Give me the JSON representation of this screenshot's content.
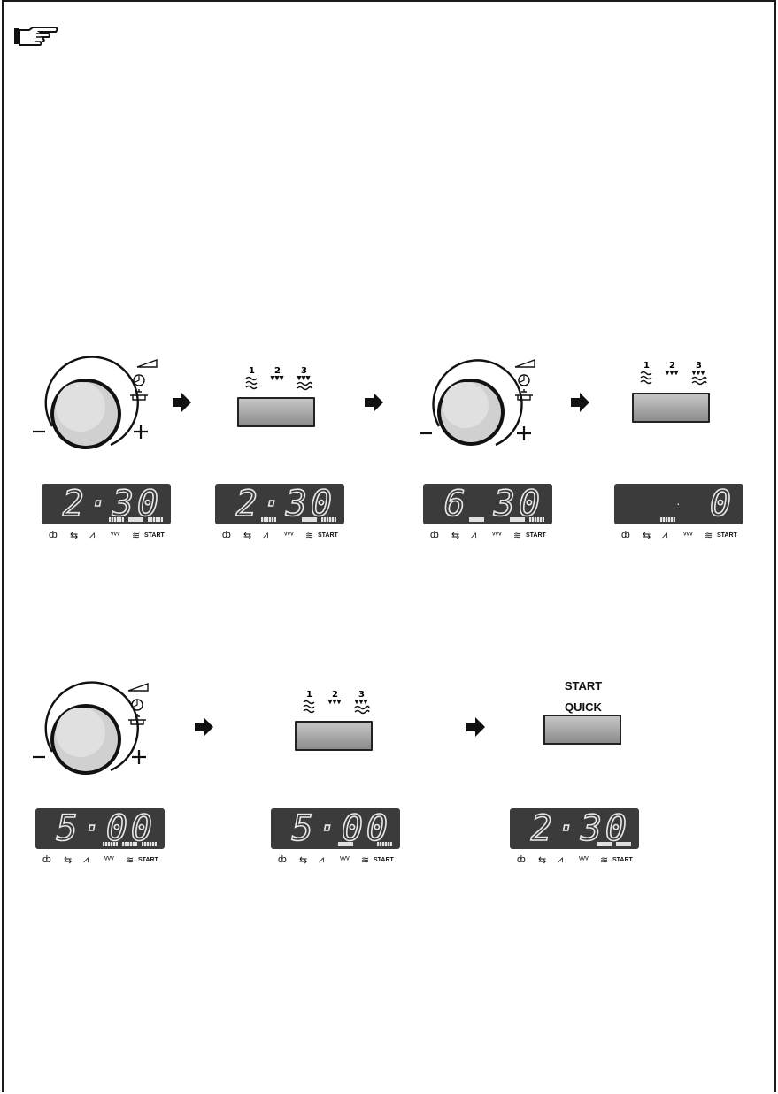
{
  "note": {
    "icon": "pointing-hand-icon"
  },
  "mode_labels": [
    "1",
    "2",
    "3"
  ],
  "quick_button": {
    "line1": "START",
    "line2": "QUICK"
  },
  "knob": {
    "minus": "−",
    "plus": "+"
  },
  "displays": {
    "d1": {
      "time": "2·30",
      "indicators": [
        "hatch",
        "solid",
        "hatch"
      ]
    },
    "d2": {
      "time": "2·30",
      "indicators": [
        "hatch",
        "solid",
        "hatch"
      ]
    },
    "d3": {
      "time": "6 30",
      "indicators": [
        "solid",
        "solid",
        "hatch"
      ]
    },
    "d4": {
      "time": "0",
      "dot": "·",
      "indicators": [
        "hatch"
      ]
    },
    "d5": {
      "time": "5·00",
      "indicators": [
        "hatch",
        "hatch",
        "hatch"
      ]
    },
    "d6": {
      "time": "5·00",
      "indicators": [
        "solid",
        "hatch"
      ]
    },
    "d7": {
      "time": "2·30",
      "indicators": [
        "solid",
        "solid"
      ]
    }
  },
  "display_icons": {
    "microwave": "ȸ",
    "defrost": "⇆",
    "grill_combi": "⩘",
    "grill": "ᵛᵛᵛ",
    "heat": "≋",
    "start": "START"
  },
  "colors": {
    "display_bg": "#3b3b3b",
    "button_gradient_top": "#c6c6c6",
    "button_gradient_bottom": "#8c8c8c"
  }
}
